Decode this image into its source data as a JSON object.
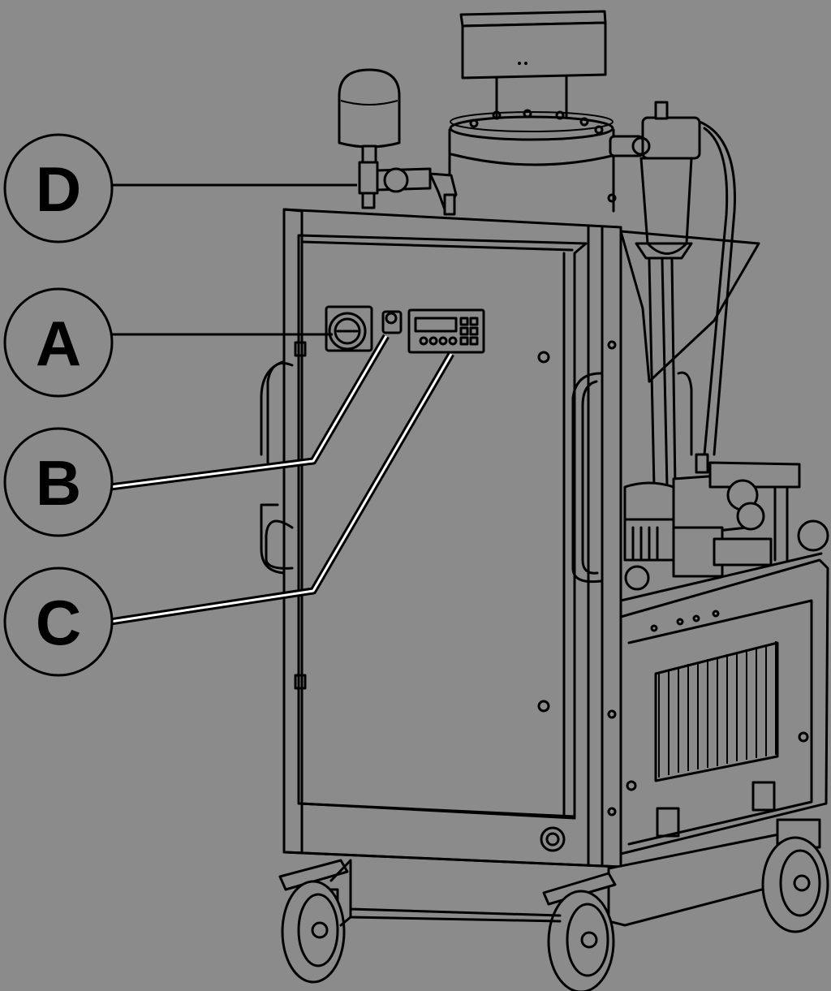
{
  "figure": {
    "background_color": "#8b8b8b",
    "line_color": "#000000",
    "callouts": [
      {
        "id": "A",
        "label": "A"
      },
      {
        "id": "B",
        "label": "B"
      },
      {
        "id": "C",
        "label": "C"
      },
      {
        "id": "D",
        "label": "D"
      }
    ]
  }
}
